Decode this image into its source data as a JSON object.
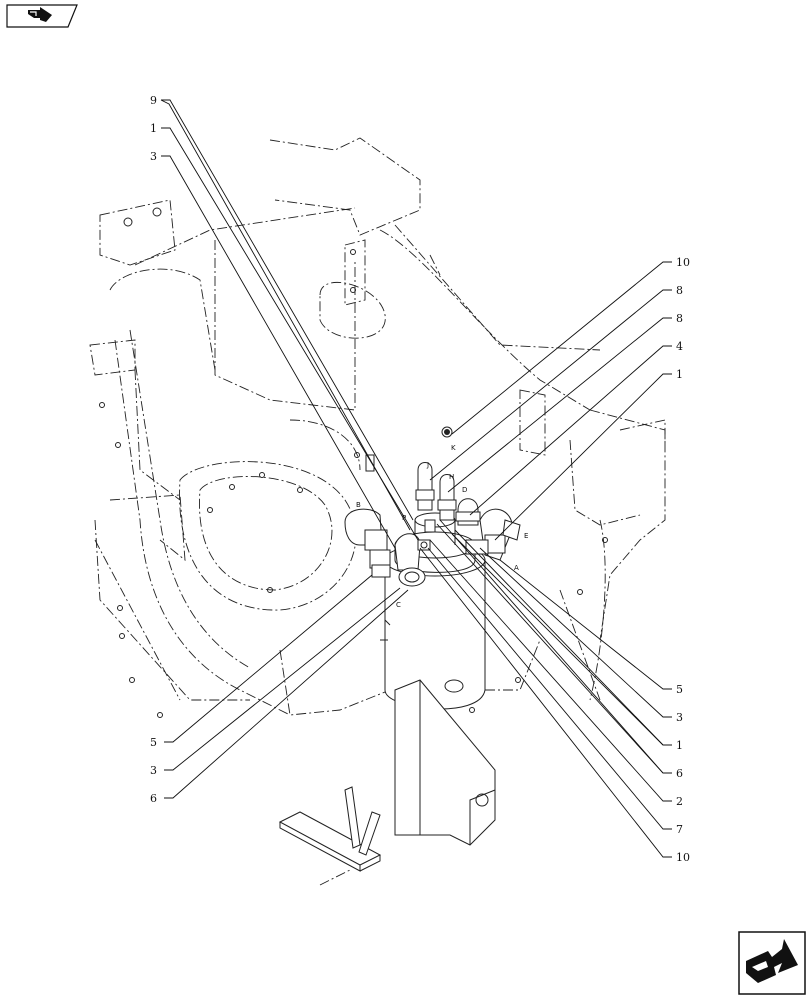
{
  "navigation": {
    "previous_icon": "previous-page-arrow-icon",
    "next_icon": "next-page-arrow-icon"
  },
  "diagram": {
    "left_callouts": [
      {
        "label": "9"
      },
      {
        "label": "1"
      },
      {
        "label": "3"
      },
      {
        "label": "5"
      },
      {
        "label": "3"
      },
      {
        "label": "6"
      }
    ],
    "right_callouts": [
      {
        "label": "10"
      },
      {
        "label": "8"
      },
      {
        "label": "8"
      },
      {
        "label": "4"
      },
      {
        "label": "1"
      },
      {
        "label": "5"
      },
      {
        "label": "3"
      },
      {
        "label": "1"
      },
      {
        "label": "6"
      },
      {
        "label": "2"
      },
      {
        "label": "7"
      },
      {
        "label": "10"
      }
    ],
    "port_labels": {
      "k": "K",
      "j": "J",
      "h": "H",
      "d": "D",
      "b": "B",
      "e": "E",
      "a": "A",
      "c": "C",
      "p": "P"
    }
  }
}
